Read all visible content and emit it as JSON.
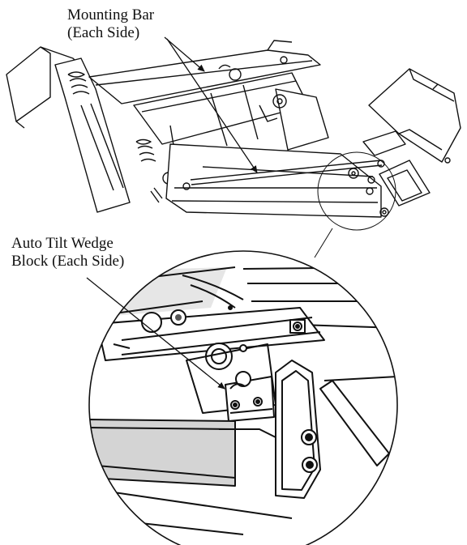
{
  "figure": {
    "callouts": [
      {
        "lines": [
          "Mounting Bar",
          "(Each Side)"
        ]
      },
      {
        "lines": [
          "Auto Tilt Wedge",
          "Block (Each Side)"
        ]
      }
    ],
    "colors": {
      "ink": "#111111",
      "background": "#ffffff",
      "shade": "#dcdcdc"
    }
  }
}
